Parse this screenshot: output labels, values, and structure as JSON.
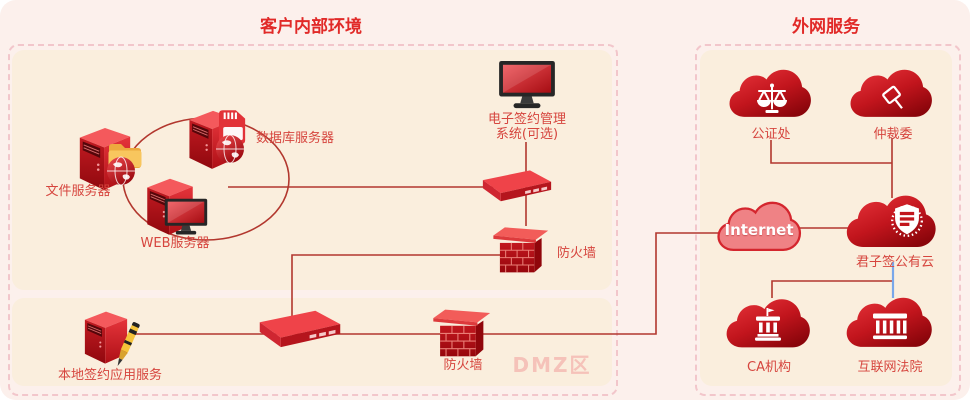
{
  "sections": {
    "internal": {
      "title": "客户内部环境",
      "dmz_label": "DMZ区"
    },
    "external": {
      "title": "外网服务"
    }
  },
  "nodes": {
    "file_server": {
      "label": "文件服务器"
    },
    "db_server": {
      "label": "数据库服务器"
    },
    "web_server": {
      "label": "WEB服务器"
    },
    "esign_system": {
      "label_line1": "电子签约管理",
      "label_line2": "系统(可选)"
    },
    "firewall_internal": {
      "label": "防火墙"
    },
    "firewall_dmz": {
      "label": "防火墙"
    },
    "local_sign_server": {
      "label": "本地签约应用服务"
    },
    "notary": {
      "label": "公证处"
    },
    "arbitration": {
      "label": "仲裁委"
    },
    "internet": {
      "label": "Internet"
    },
    "junzisign_cloud": {
      "label": "君子签公有云"
    },
    "ca_org": {
      "label": "CA机构"
    },
    "internet_court": {
      "label": "互联网法院"
    }
  },
  "icons": {
    "notary": "scales-icon",
    "arbitration": "gavel-icon",
    "junzisign_cloud": "shield-seal-icon",
    "ca_org": "bank-icon",
    "internet_court": "courthouse-icon"
  },
  "colors": {
    "background": "#fcf0ec",
    "panel": "#faeedd",
    "dashed_border": "#f2c6cb",
    "title_red": "#e12a28",
    "label_red": "#d6453e",
    "line_red": "#b2372e",
    "line_blue": "#79a7ea",
    "cloud_gradient_start": "#e8333a",
    "cloud_gradient_end": "#8a050b",
    "internet_cloud_fill": "#ef8285",
    "internet_cloud_border": "#d4262e",
    "dmz_text": "#f5c2b9"
  }
}
